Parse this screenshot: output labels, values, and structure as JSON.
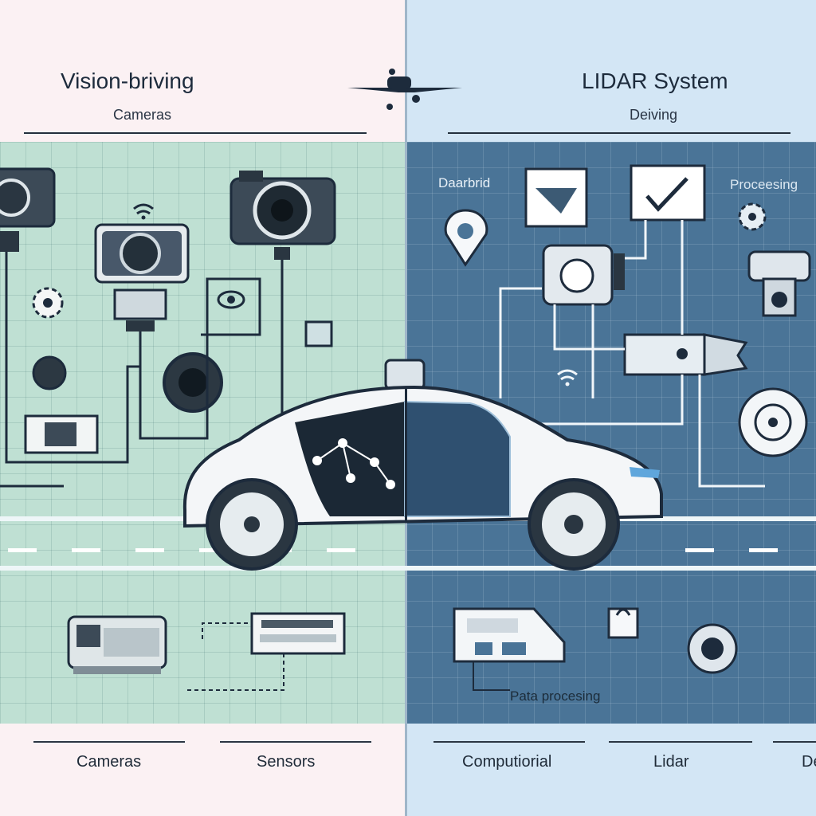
{
  "left_panel": {
    "title": "Vision-briving",
    "subtitle": "Cameras",
    "bottom_labels": [
      "Cameras",
      "Sensors"
    ]
  },
  "right_panel": {
    "title": "LIDAR System",
    "subtitle": "Deiving",
    "labels": {
      "dashboard": "Daarbrid",
      "processing": "Proceesing",
      "data_processing": "Pata procesing"
    },
    "bottom_labels": [
      "Computiorial",
      "Lidar",
      "De"
    ]
  },
  "colors": {
    "left_background": "#fbf1f3",
    "left_band": "#bfe0d3",
    "right_background": "#d3e6f5",
    "right_band": "#4a7497",
    "ink": "#1d2b3c"
  },
  "icons": [
    "camera-icon",
    "gear-icon",
    "eye-icon",
    "wifi-icon",
    "map-pin-icon",
    "checkmark-chart-icon",
    "lidar-sensor-icon",
    "car-icon",
    "drone-icon",
    "lock-icon"
  ]
}
